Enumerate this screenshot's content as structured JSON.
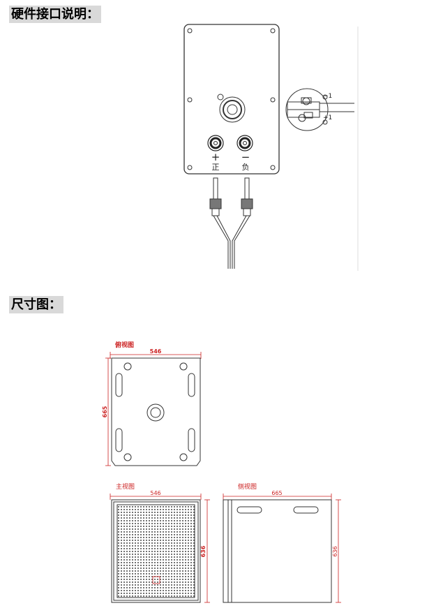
{
  "sections": {
    "hardware_title": "硬件接口说明：",
    "dimensions_title": "尺寸图："
  },
  "terminals": {
    "positive_symbol": "+",
    "positive_label": "正",
    "negative_symbol": "−",
    "negative_label": "负",
    "pin_minus": "−1",
    "pin_plus": "+1"
  },
  "drawings": {
    "top_view": {
      "label": "俯视图",
      "width": "546",
      "depth": "665"
    },
    "front_view": {
      "label": "主视图",
      "width": "546",
      "height": "636"
    },
    "side_view": {
      "label": "侧视图",
      "depth": "665",
      "height": "636"
    }
  },
  "colors": {
    "dimension": "#cc2222",
    "line": "#333333",
    "heading_bg": "#d9d9d9"
  }
}
